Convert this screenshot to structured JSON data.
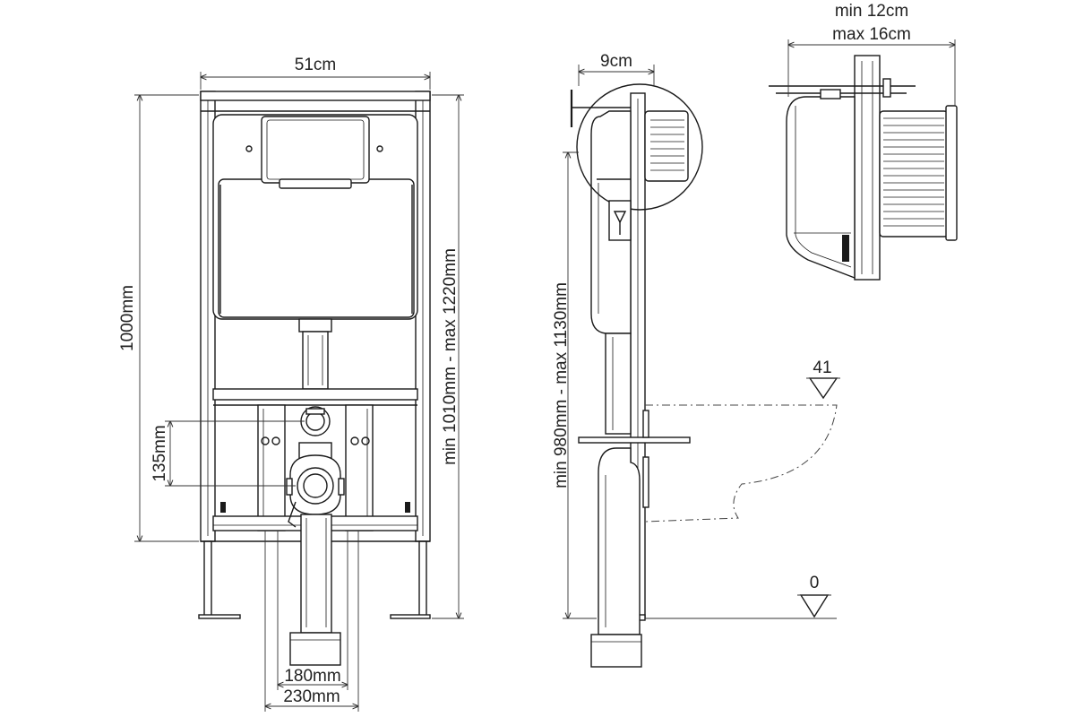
{
  "views": {
    "front": {
      "width_label": "51cm",
      "height_label": "1000mm",
      "adjust_label": "min 1010mm - max 1220mm",
      "spacing_label": "135mm",
      "inner_label": "180mm",
      "outer_label": "230mm"
    },
    "side": {
      "depth_label": "9cm",
      "height_label": "min 980mm - max 1130mm",
      "level_top": "41",
      "level_zero": "0"
    },
    "detail": {
      "min_label": "min 12cm",
      "max_label": "max 16cm"
    }
  }
}
